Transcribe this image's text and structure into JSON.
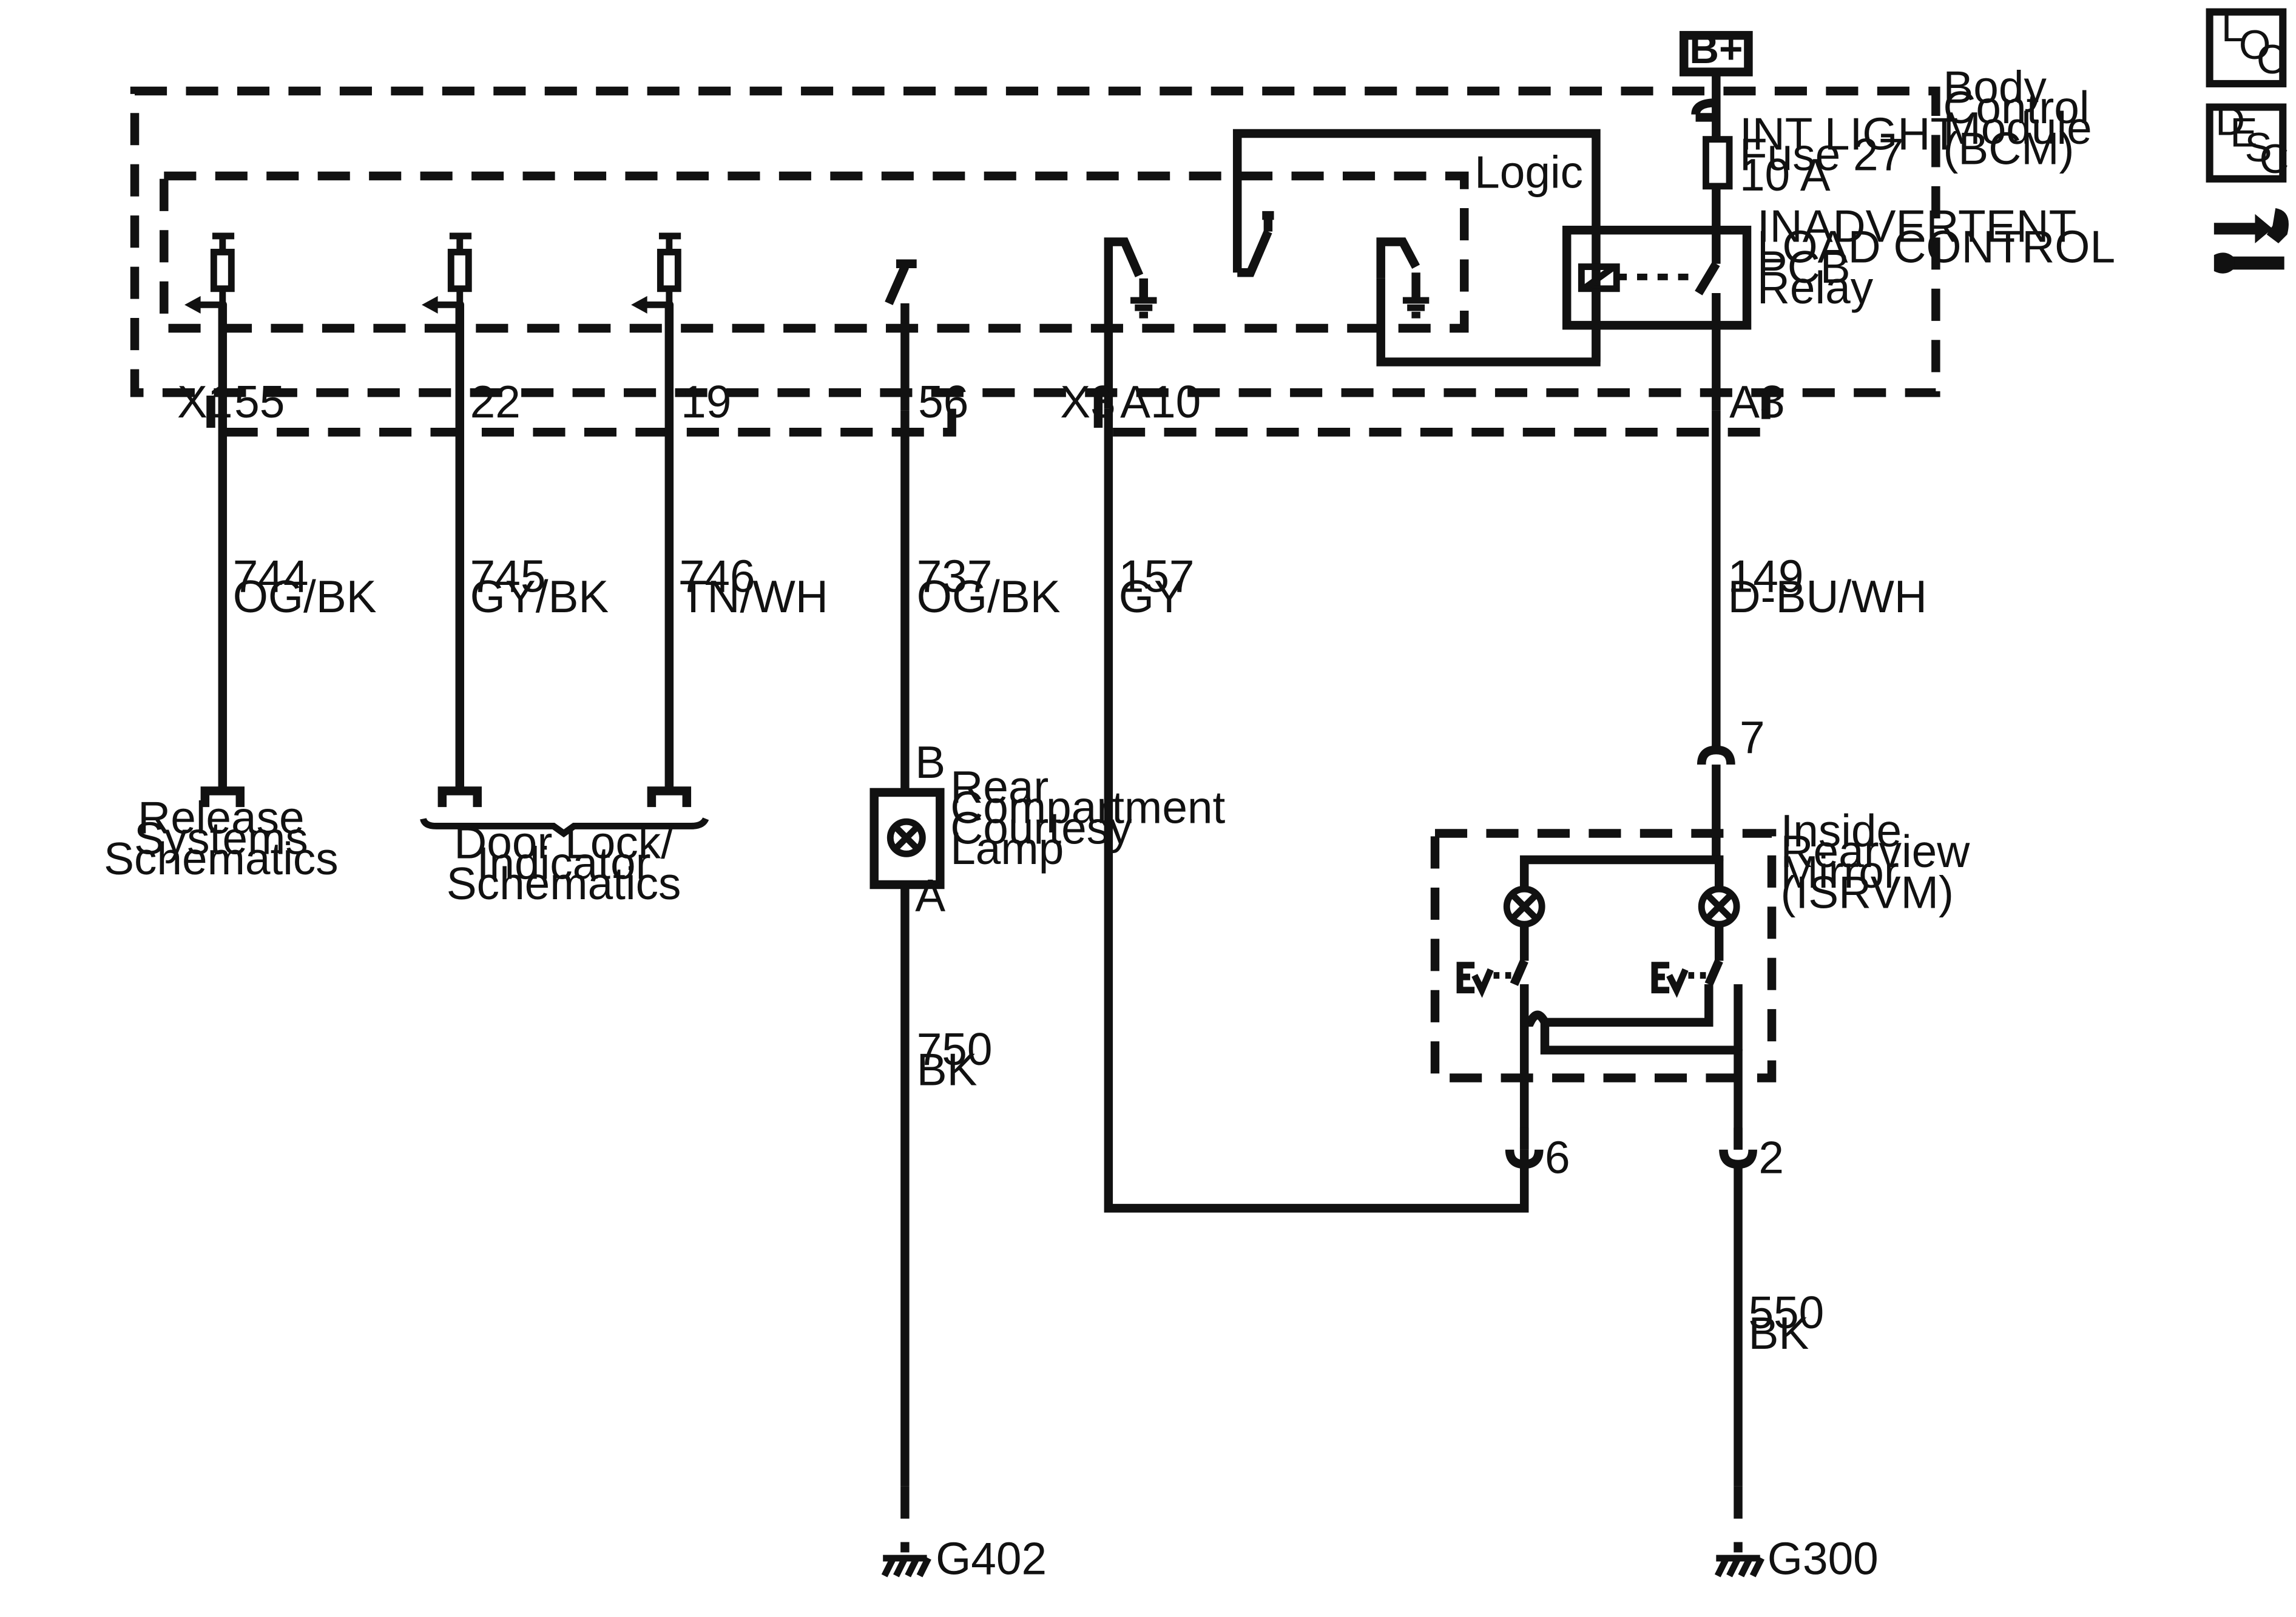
{
  "power": {
    "label": "B+"
  },
  "fuse": {
    "name": "INT LIGHT",
    "id": "Fuse 27",
    "rating": "10 A"
  },
  "bcm": {
    "line1": "Body",
    "line2": "Control",
    "line3": "Module",
    "line4": "(BCM)"
  },
  "logic": {
    "label": "Logic"
  },
  "relay": {
    "line1": "INADVERTENT",
    "line2": "LOAD CONTROL",
    "line3": "PCB",
    "line4": "Relay"
  },
  "connectors": {
    "x1": "X1",
    "x3": "X3"
  },
  "pins": {
    "p55": "55",
    "p22": "22",
    "p19": "19",
    "p56": "56",
    "a10": "A10",
    "a3": "A3"
  },
  "circuits": {
    "c744": {
      "num": "744",
      "color": "OG/BK"
    },
    "c745": {
      "num": "745",
      "color": "GY/BK"
    },
    "c746": {
      "num": "746",
      "color": "TN/WH"
    },
    "c737": {
      "num": "737",
      "color": "OG/BK"
    },
    "c157": {
      "num": "157",
      "color": "GY"
    },
    "c149": {
      "num": "149",
      "color": "D-BU/WH"
    },
    "c750": {
      "num": "750",
      "color": "BK"
    },
    "c550": {
      "num": "550",
      "color": "BK"
    }
  },
  "refs": {
    "release": {
      "l1": "Release",
      "l2": "Systems",
      "l3": "Schematics"
    },
    "doorlock": {
      "l1": "Door Lock/",
      "l2": "Indicator",
      "l3": "Schematics"
    }
  },
  "lamp": {
    "pin_b": "B",
    "pin_a": "A",
    "l1": "Rear",
    "l2": "Compartment",
    "l3": "Courtesy",
    "l4": "Lamp"
  },
  "mirror": {
    "l1": "Inside",
    "l2": "Rearview",
    "l3": "Mirror",
    "l4": "(ISRVM)",
    "pin7": "7",
    "pin6": "6",
    "pin2": "2"
  },
  "grounds": {
    "g402": "G402",
    "g300": "G300"
  },
  "side_icons": {
    "loc": {
      "l": "L",
      "o": "O",
      "c": "C",
      "icon": "location-icon"
    },
    "desc": {
      "d": "D",
      "e": "E",
      "s": "S",
      "c": "C",
      "icon": "description-icon"
    },
    "connector_icon": "connector-repair-icon"
  },
  "colors": {
    "line": "#111111",
    "background": "#ffffff"
  }
}
